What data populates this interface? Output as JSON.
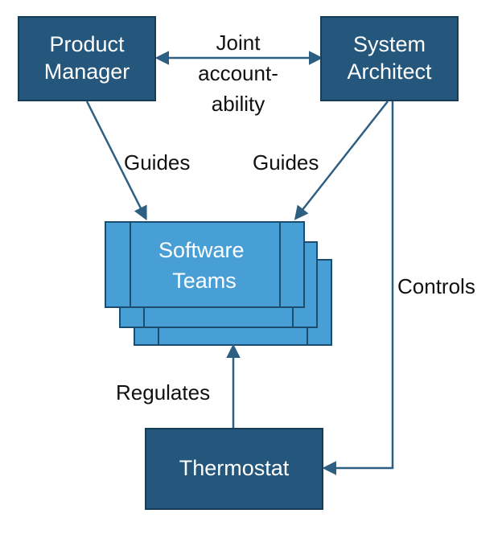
{
  "nodes": {
    "product_manager": [
      "Product",
      "Manager"
    ],
    "system_architect": [
      "System",
      "Architect"
    ],
    "software_teams": [
      "Software",
      "Teams"
    ],
    "thermostat": "Thermostat"
  },
  "edges": {
    "joint": [
      "Joint",
      "account-",
      "ability"
    ],
    "guides_left": "Guides",
    "guides_right": "Guides",
    "controls": "Controls",
    "regulates": "Regulates"
  },
  "colors": {
    "dark_box": "#24577b",
    "light_box": "#479fd6",
    "arrow": "#2d5f82"
  }
}
